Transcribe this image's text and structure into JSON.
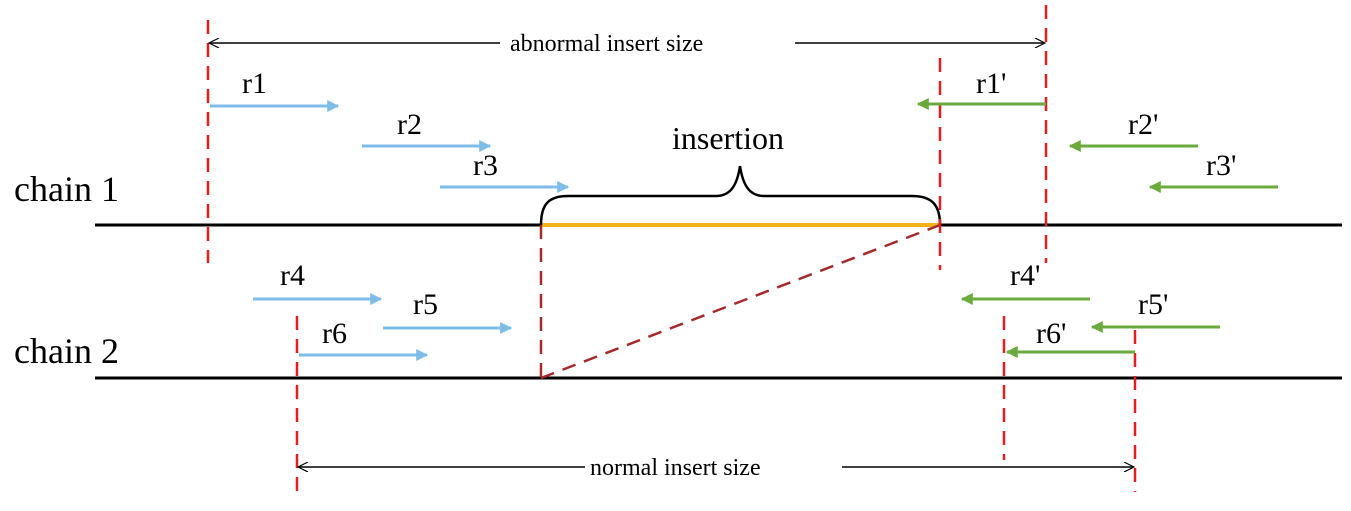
{
  "colors": {
    "forward_read": "#7ebde8",
    "reverse_read": "#6aab3c",
    "boundary": "#e02020",
    "insertion": "#f2b21c",
    "connector": "#a52a2a",
    "chain_line": "#000000"
  },
  "labels": {
    "abnormal_insert_size": "abnormal insert size",
    "normal_insert_size": "normal insert size",
    "insertion": "insertion",
    "chain1": "chain 1",
    "chain2": "chain 2"
  },
  "reads": {
    "r1": "r1",
    "r2": "r2",
    "r3": "r3",
    "r4": "r4",
    "r5": "r5",
    "r6": "r6",
    "r1p": "r1'",
    "r2p": "r2'",
    "r3p": "r3'",
    "r4p": "r4'",
    "r5p": "r5'",
    "r6p": "r6'"
  }
}
